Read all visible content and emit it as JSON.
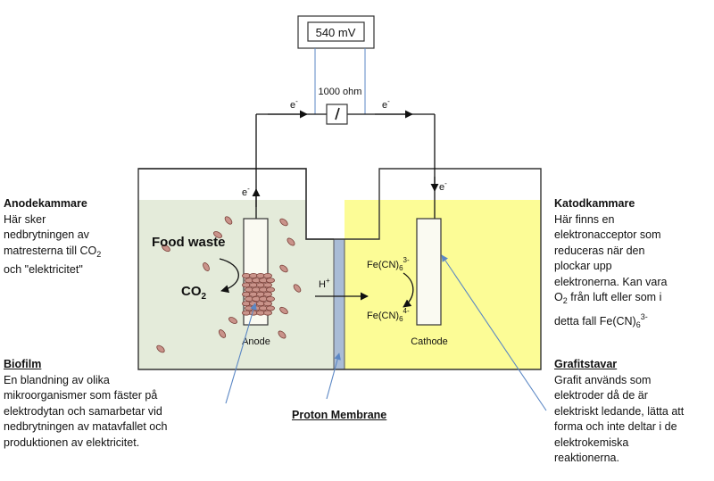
{
  "voltmeter": {
    "reading": "540 mV"
  },
  "resistor": {
    "label": "1000 ohm"
  },
  "electron_labels": {
    "left_top": "e",
    "right_top": "e",
    "anode_up": "e",
    "cathode_down": "e",
    "charge": "-"
  },
  "anode_chamber": {
    "food_waste": "Food waste",
    "co2_base": "CO",
    "co2_sub": "2",
    "electrode_label": "Anode"
  },
  "proton": {
    "base": "H",
    "charge": "+"
  },
  "cathode_chamber": {
    "ferri_base": "Fe(CN)",
    "ferri_sub": "6",
    "ferri_charge": "3-",
    "ferro_base": "Fe(CN)",
    "ferro_sub": "6",
    "ferro_charge": "4-",
    "electrode_label": "Cathode"
  },
  "annotations": {
    "anodekammare": {
      "heading": "Anodekammare",
      "text_a": "Här sker\nnedbrytningen av\nmatresterna till CO",
      "sub": "2",
      "text_b": "\noch \"elektricitet\""
    },
    "katodkammare": {
      "heading": "Katodkammare",
      "text_a": "Här finns en\nelektronacceptor som\nreduceras när den\nplockar upp\nelektronerna. Kan vara\nO",
      "sub": "2",
      "text_b": " från luft eller som i\ndetta fall Fe(CN)",
      "sub2": "6",
      "sup": "3-"
    },
    "biofilm": {
      "heading": "Biofilm",
      "text": "En blandning av olika\nmikroorganismer som fäster på\nelektrodytan och samarbetar vid\nnedbrytningen av matavfallet och\nproduktionen av elektricitet."
    },
    "proton_membrane": {
      "heading": "Proton Membrane"
    },
    "grafitstavar": {
      "heading": "Grafitstavar",
      "text": "Grafit används som\nelektroder då de är\nelektriskt ledande, lätta att\nforma och inte deltar i de\nelektrokemiska\nreaktionerna."
    }
  },
  "colors": {
    "anode_fluid": "#e4ebda",
    "cathode_fluid": "#fcfc96",
    "membrane": "#a9bcd6",
    "bacteria": "#c9938a",
    "bacteria_stroke": "#7a3f38",
    "pointer_line": "#5b87c4"
  }
}
